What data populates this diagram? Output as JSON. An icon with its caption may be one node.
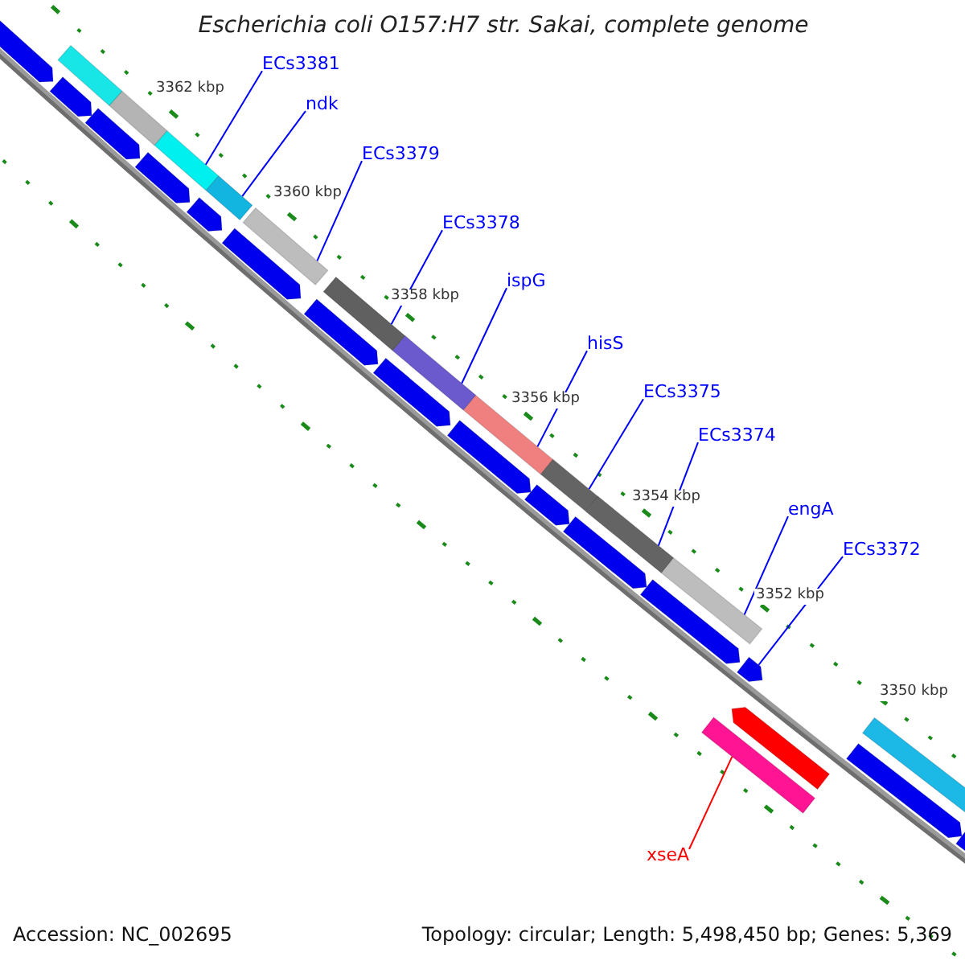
{
  "diagram": {
    "title": "Escherichia coli O157:H7 str. Sakai, complete genome",
    "nodes": [
      {
        "text": [
          "ECs3381"
        ]
      },
      {
        "text": [
          "ndk"
        ]
      },
      {
        "text": [
          "ECs3379"
        ]
      },
      {
        "text": [
          "ECs3378"
        ]
      },
      {
        "text": [
          "ispG"
        ]
      },
      {
        "text": [
          "hisS"
        ]
      },
      {
        "text": [
          "ECs3375"
        ]
      },
      {
        "text": [
          "ECs3374"
        ]
      },
      {
        "text": [
          "engA"
        ]
      },
      {
        "text": [
          "ECs3372"
        ]
      },
      {
        "text": [
          "xseA"
        ]
      },
      {
        "text": [],
        "shape": "bar"
      },
      {
        "text": [],
        "shape": "bar"
      },
      {
        "text": [],
        "shape": "bar"
      },
      {
        "text": [],
        "shape": "bar"
      },
      {
        "text": [],
        "shape": "bar"
      },
      {
        "text": [],
        "shape": "bar"
      },
      {
        "text": [],
        "shape": "bar"
      },
      {
        "text": [],
        "shape": "bar"
      },
      {
        "text": [],
        "shape": "bar"
      },
      {
        "text": [],
        "shape": "bar"
      },
      {
        "text": [],
        "shape": "bar"
      },
      {
        "text": [],
        "shape": "bar"
      },
      {
        "text": [],
        "shape": "bar"
      },
      {
        "text": [],
        "shape": "bar"
      },
      {
        "text": [],
        "shape": "bar"
      },
      {
        "text": [],
        "shape": "bar"
      },
      {
        "text": [],
        "shape": "bar"
      },
      {
        "text": [],
        "shape": "bar"
      },
      {
        "text": [],
        "shape": "bar"
      },
      {
        "text": [],
        "shape": "bar"
      },
      {
        "text": [],
        "shape": "bar"
      },
      {
        "text": [],
        "shape": "bar"
      },
      {
        "text": [],
        "shape": "bar"
      },
      {
        "text": [],
        "shape": "bar"
      },
      {
        "text": [],
        "shape": "bar"
      },
      {
        "text": [],
        "shape": "bar"
      },
      {
        "text": [],
        "shape": "bar"
      },
      {
        "text": [],
        "shape": "bar"
      },
      {
        "text": [],
        "shape": "bar"
      }
    ],
    "edges": [
      {
        "from": 0,
        "to": 17,
        "arrow": "none"
      },
      {
        "from": 1,
        "to": 19,
        "arrow": "none"
      },
      {
        "from": 2,
        "to": 21,
        "arrow": "none"
      },
      {
        "from": 3,
        "to": 23,
        "arrow": "none"
      },
      {
        "from": 4,
        "to": 25,
        "arrow": "none"
      },
      {
        "from": 5,
        "to": 27,
        "arrow": "none"
      },
      {
        "from": 6,
        "to": 29,
        "arrow": "none"
      },
      {
        "from": 7,
        "to": 31,
        "arrow": "none"
      },
      {
        "from": 8,
        "to": 33,
        "arrow": "none"
      },
      {
        "from": 9,
        "to": 36,
        "arrow": "none"
      },
      {
        "from": 10,
        "to": 34,
        "arrow": "none",
        "color": "#ff0000"
      }
    ],
    "labels": [
      "3362 kbp",
      "3360 kbp",
      "3358 kbp",
      "3356 kbp",
      "3354 kbp",
      "3352 kbp",
      "3350 kbp",
      "Accession: NC_002695",
      "Topology: circular; Length: 5,498,450 bp; Genes: 5,369"
    ]
  }
}
